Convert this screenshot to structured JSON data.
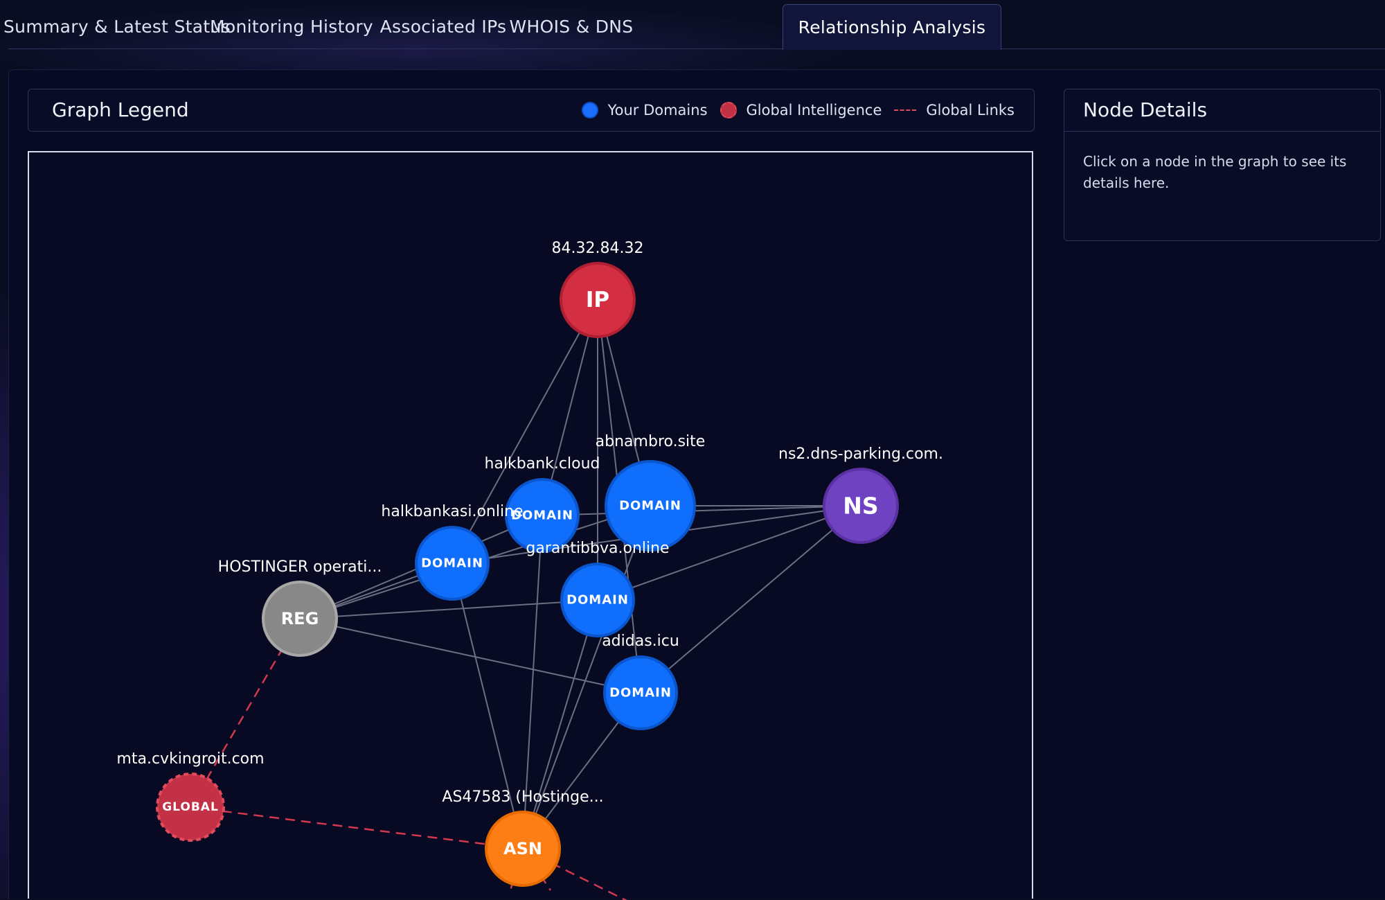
{
  "tabs": [
    {
      "label": "Summary & Latest Status"
    },
    {
      "label": "Monitoring History"
    },
    {
      "label": "Associated IPs"
    },
    {
      "label": "WHOIS & DNS"
    },
    {
      "label": "Relationship Analysis",
      "active": true
    }
  ],
  "legend": {
    "title": "Graph Legend",
    "items": [
      {
        "label": "Your Domains",
        "icon": "blue-dot-icon",
        "color": "#1a6dff"
      },
      {
        "label": "Global Intelligence",
        "icon": "red-dot-icon",
        "color": "#c23145"
      },
      {
        "label": "Global Links",
        "icon": "dashed-line-icon",
        "color": "#e14b5d"
      }
    ]
  },
  "details": {
    "title": "Node Details",
    "text": "Click on a node in the graph to see its details here."
  },
  "colors": {
    "ip": "#d42e43",
    "domain": "#0f6efc",
    "ns": "#6f42c1",
    "reg": "#888888",
    "asn": "#fd7e14",
    "global": "#c23145",
    "edge": "#6b6f80",
    "global_edge": "#d2384f"
  },
  "graph": {
    "nodes": [
      {
        "id": "ip",
        "type": "ip",
        "text": "IP",
        "label": "84.32.84.32"
      },
      {
        "id": "d_cloud",
        "type": "domain",
        "text": "DOMAIN",
        "label": "halkbank.cloud"
      },
      {
        "id": "d_site",
        "type": "domain",
        "text": "DOMAIN",
        "label": "abnambro.site"
      },
      {
        "id": "d_online",
        "type": "domain",
        "text": "DOMAIN",
        "label": "halkbankasi.online"
      },
      {
        "id": "d_garanti",
        "type": "domain",
        "text": "DOMAIN",
        "label": "garantibbva.online"
      },
      {
        "id": "d_adidas",
        "type": "domain",
        "text": "DOMAIN",
        "label": "adidas.icu"
      },
      {
        "id": "ns",
        "type": "ns",
        "text": "NS",
        "label": "ns2.dns-parking.com."
      },
      {
        "id": "reg",
        "type": "reg",
        "text": "REG",
        "label": "HOSTINGER operati..."
      },
      {
        "id": "global",
        "type": "global",
        "text": "GLOBAL",
        "label": "mta.cvkingroit.com"
      },
      {
        "id": "asn",
        "type": "asn",
        "text": "ASN",
        "label": "AS47583 (Hostinge..."
      }
    ],
    "edges": [
      [
        "ip",
        "d_cloud"
      ],
      [
        "ip",
        "d_site"
      ],
      [
        "ip",
        "d_online"
      ],
      [
        "ip",
        "d_garanti"
      ],
      [
        "ip",
        "d_adidas"
      ],
      [
        "ns",
        "d_cloud"
      ],
      [
        "ns",
        "d_site"
      ],
      [
        "ns",
        "d_online"
      ],
      [
        "ns",
        "d_garanti"
      ],
      [
        "ns",
        "d_adidas"
      ],
      [
        "reg",
        "d_cloud"
      ],
      [
        "reg",
        "d_site"
      ],
      [
        "reg",
        "d_online"
      ],
      [
        "reg",
        "d_garanti"
      ],
      [
        "reg",
        "d_adidas"
      ],
      [
        "asn",
        "d_cloud"
      ],
      [
        "asn",
        "d_site"
      ],
      [
        "asn",
        "d_online"
      ],
      [
        "asn",
        "d_garanti"
      ],
      [
        "asn",
        "d_adidas"
      ]
    ],
    "global_edges": [
      [
        "global",
        "reg"
      ],
      [
        "global",
        "asn"
      ]
    ]
  }
}
